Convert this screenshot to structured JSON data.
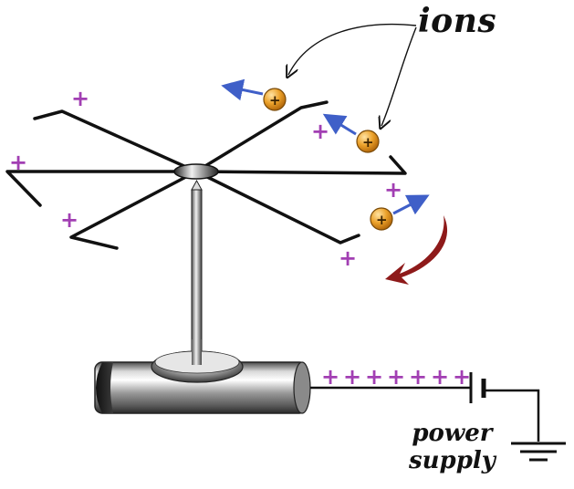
{
  "labels": {
    "ions": "ions",
    "power_line1": "power",
    "power_line2": "supply"
  },
  "charges": {
    "arm_plus": "+",
    "ion_plus": "+",
    "battery_plus": "+"
  },
  "colors": {
    "plus": "#a23fb3",
    "ion_fill": "#e59a1f",
    "ion_arrow": "#3f5fc8",
    "rotation_arrow": "#8e1a1a",
    "wire": "#111111"
  },
  "icons": [
    "pinwheel-rotor-icon",
    "ion-icon",
    "rotation-arrow-icon",
    "battery-icon",
    "ground-icon"
  ]
}
